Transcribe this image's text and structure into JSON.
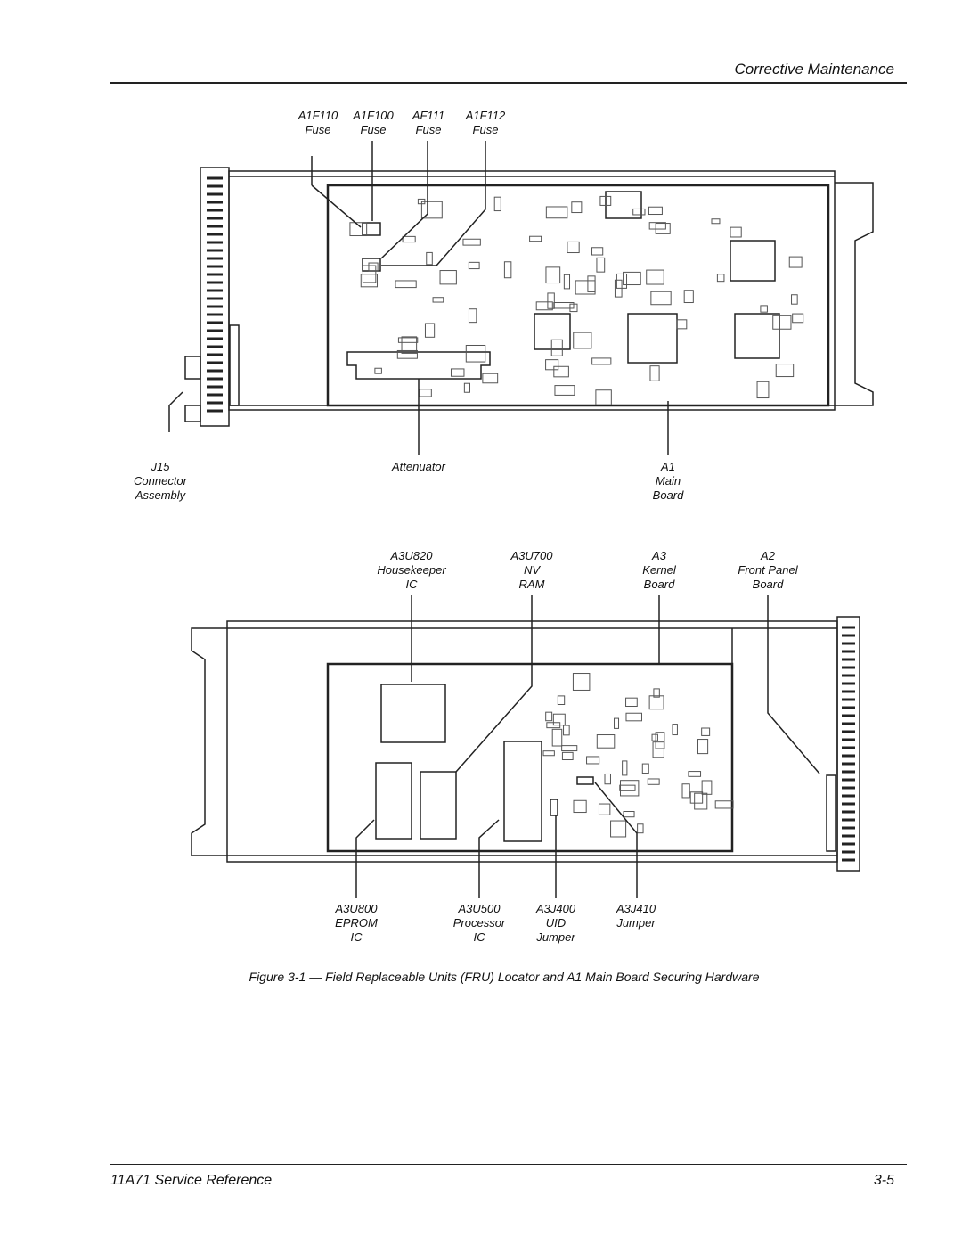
{
  "header": {
    "section": "Corrective Maintenance"
  },
  "top_labels": {
    "a1f110": [
      "A1F110",
      "Fuse"
    ],
    "a1f100": [
      "A1F100",
      "Fuse"
    ],
    "af111": [
      "AF111",
      "Fuse"
    ],
    "a1f112": [
      "A1F112",
      "Fuse"
    ],
    "j15": [
      "J15",
      "Connector",
      "Assembly"
    ],
    "attenuator": [
      "Attenuator"
    ],
    "a1": [
      "A1",
      "Main",
      "Board"
    ]
  },
  "bottom_labels": {
    "a3u820": [
      "A3U820",
      "Housekeeper",
      "IC"
    ],
    "a3u700": [
      "A3U700",
      "NV",
      "RAM"
    ],
    "a3": [
      "A3",
      "Kernel",
      "Board"
    ],
    "a2": [
      "A2",
      "Front Panel",
      "Board"
    ],
    "a3u800": [
      "A3U800",
      "EPROM",
      "IC"
    ],
    "a3u500": [
      "A3U500",
      "Processor",
      "IC"
    ],
    "a3j400": [
      "A3J400",
      "UID",
      "Jumper"
    ],
    "a3j410": [
      "A3J410",
      "Jumper"
    ]
  },
  "caption": "Figure 3-1 — Field Replaceable Units (FRU) Locator and A1 Main Board Securing Hardware",
  "footer": {
    "title": "11A71 Service Reference",
    "page": "3-5"
  }
}
